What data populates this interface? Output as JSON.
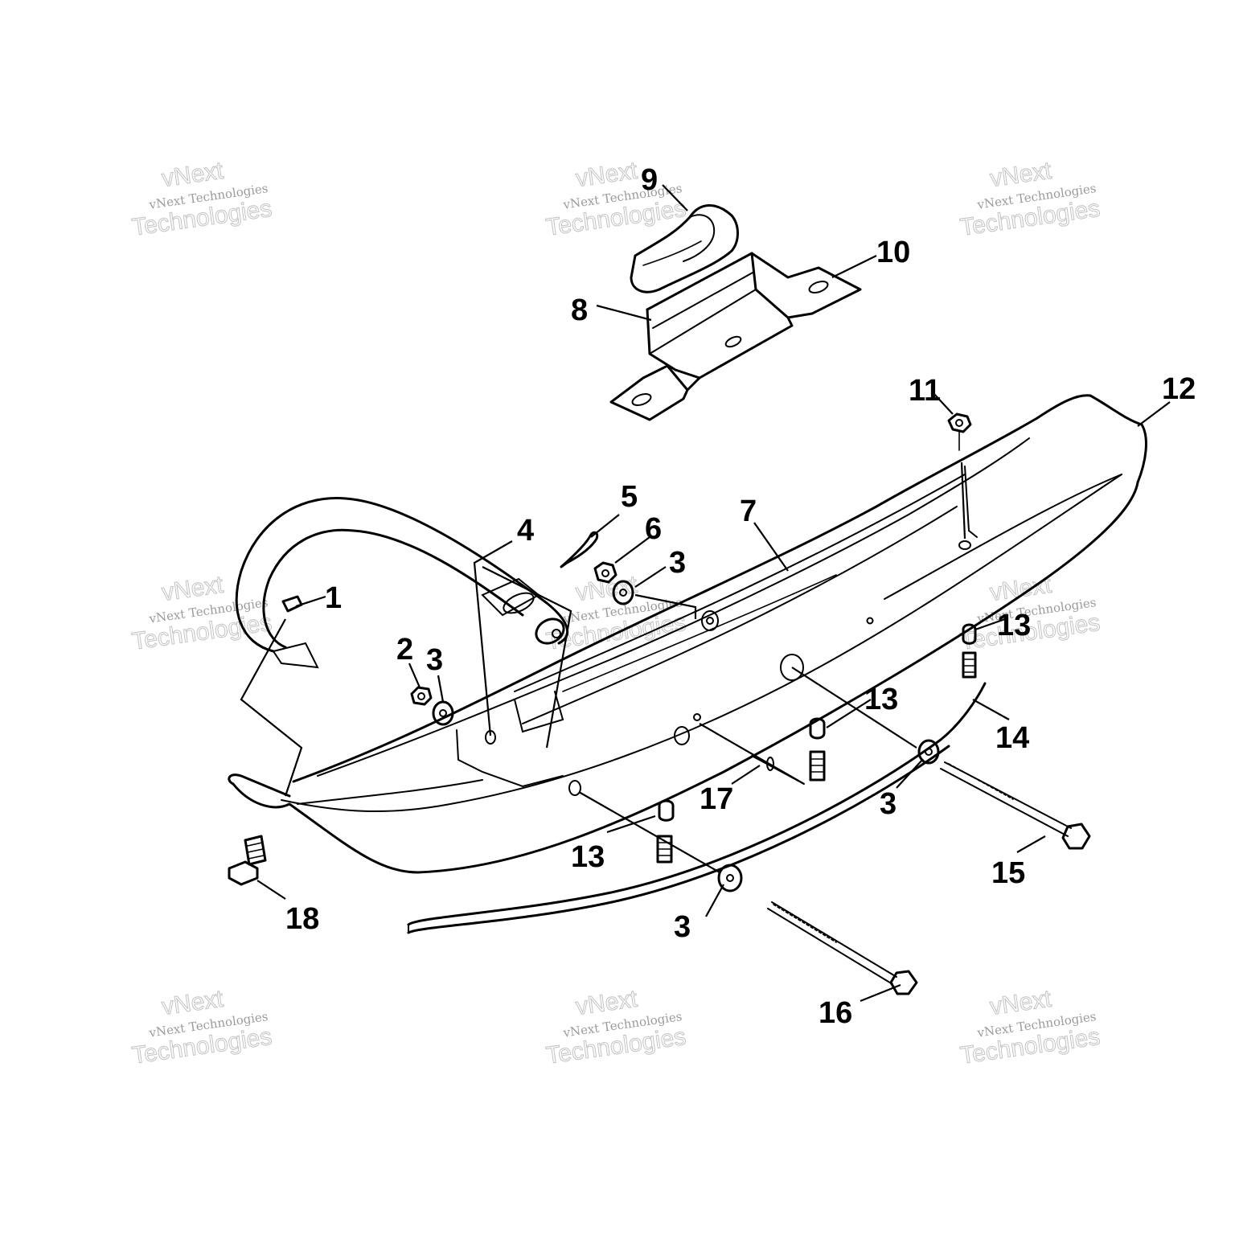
{
  "watermark": {
    "line_top": "vNext",
    "line_mid": "vNext Technologies",
    "line_big": "Technologies"
  },
  "callouts": {
    "c1": "1",
    "c2": "2",
    "c3a": "3",
    "c3b": "3",
    "c3c": "3",
    "c3d": "3",
    "c4": "4",
    "c5": "5",
    "c6": "6",
    "c7": "7",
    "c8": "8",
    "c9": "9",
    "c10": "10",
    "c11": "11",
    "c12": "12",
    "c13a": "13",
    "c13b": "13",
    "c13c": "13",
    "c14": "14",
    "c15": "15",
    "c16": "16",
    "c17": "17",
    "c18": "18"
  }
}
